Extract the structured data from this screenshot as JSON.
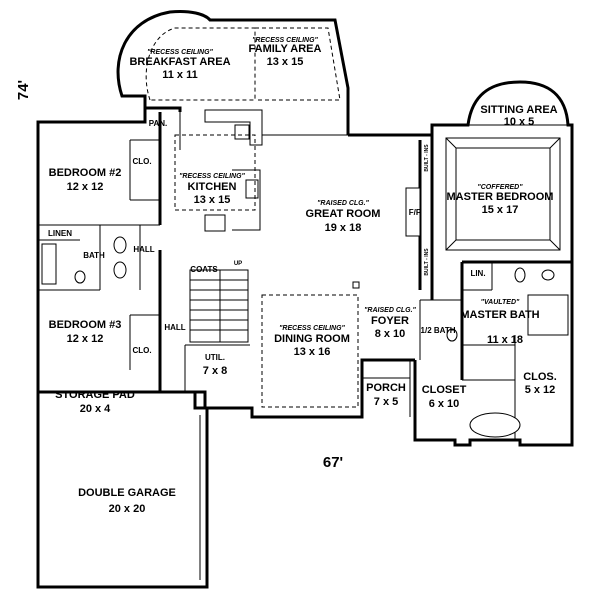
{
  "dimensions": {
    "depth": "74'",
    "width": "67'"
  },
  "rooms": {
    "breakfast": {
      "note": "\"RECESS CEILING\"",
      "name": "BREAKFAST AREA",
      "size": "11 x 11"
    },
    "family": {
      "note": "\"RECESS CEILING\"",
      "name": "FAMILY AREA",
      "size": "13 x 15"
    },
    "pantry": {
      "name": "PAN."
    },
    "bedroom2": {
      "name": "BEDROOM #2",
      "size": "12 x 12"
    },
    "closet_bed2": {
      "name": "CLO."
    },
    "kitchen": {
      "note": "\"RECESS CEILING\"",
      "name": "KITCHEN",
      "size": "13 x 15"
    },
    "great_room": {
      "note": "\"RAISED CLG.\"",
      "name": "GREAT ROOM",
      "size": "19 x 18"
    },
    "fireplace": {
      "name": "F/P"
    },
    "built_in_top": {
      "name": "BUILT - INS"
    },
    "built_in_bottom": {
      "name": "BUILT - INS"
    },
    "sitting": {
      "name": "SITTING AREA",
      "size": "10 x 5"
    },
    "master_bedroom": {
      "note": "\"COFFERED\"",
      "name": "MASTER BEDROOM",
      "size": "15 x 17"
    },
    "linen": {
      "name": "LINEN"
    },
    "bath": {
      "name": "BATH"
    },
    "hall_upper": {
      "name": "HALL"
    },
    "coats": {
      "name": "COATS"
    },
    "up": {
      "name": "UP"
    },
    "lin": {
      "name": "LIN."
    },
    "master_bath": {
      "note": "\"VAULTED\"",
      "name": "MASTER BATH",
      "size": "11 x 18"
    },
    "bedroom3": {
      "name": "BEDROOM #3",
      "size": "12 x 12"
    },
    "closet_bed3": {
      "name": "CLO."
    },
    "hall_lower": {
      "name": "HALL"
    },
    "dining": {
      "note": "\"RECESS CEILING\"",
      "name": "DINING ROOM",
      "size": "13 x 16"
    },
    "foyer": {
      "note": "\"RAISED CLG.\"",
      "name": "FOYER",
      "size": "8 x 10"
    },
    "half_bath": {
      "name": "1/2 BATH"
    },
    "util": {
      "name": "UTIL.",
      "size": "7 x 8"
    },
    "porch": {
      "name": "PORCH",
      "size": "7 x 5"
    },
    "closet": {
      "name": "CLOSET",
      "size": "6 x 10"
    },
    "clos": {
      "name": "CLOS.",
      "size": "5 x 12"
    },
    "storage": {
      "name": "STORAGE PAD",
      "size": "20 x 4"
    },
    "garage": {
      "name": "DOUBLE GARAGE",
      "size": "20 x 20"
    }
  }
}
